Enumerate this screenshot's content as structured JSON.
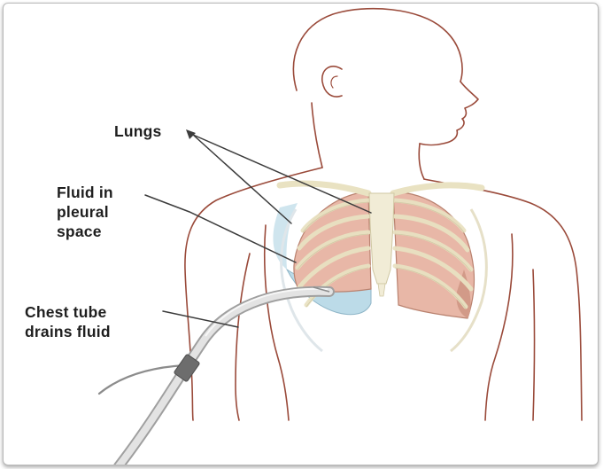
{
  "labels": {
    "lungs": "Lungs",
    "fluid": [
      "Fluid in",
      "pleural",
      "space"
    ],
    "tube": [
      "Chest tube",
      "drains fluid"
    ]
  },
  "colors": {
    "outline": "#9a4a3a",
    "lung": "#e8b7a7",
    "fluid": "#bcdbe8",
    "bone": "#f1ecd6",
    "bone_edge": "#cfc7a2",
    "leader": "#3c3c3c",
    "tube": "#b8b8b8"
  }
}
